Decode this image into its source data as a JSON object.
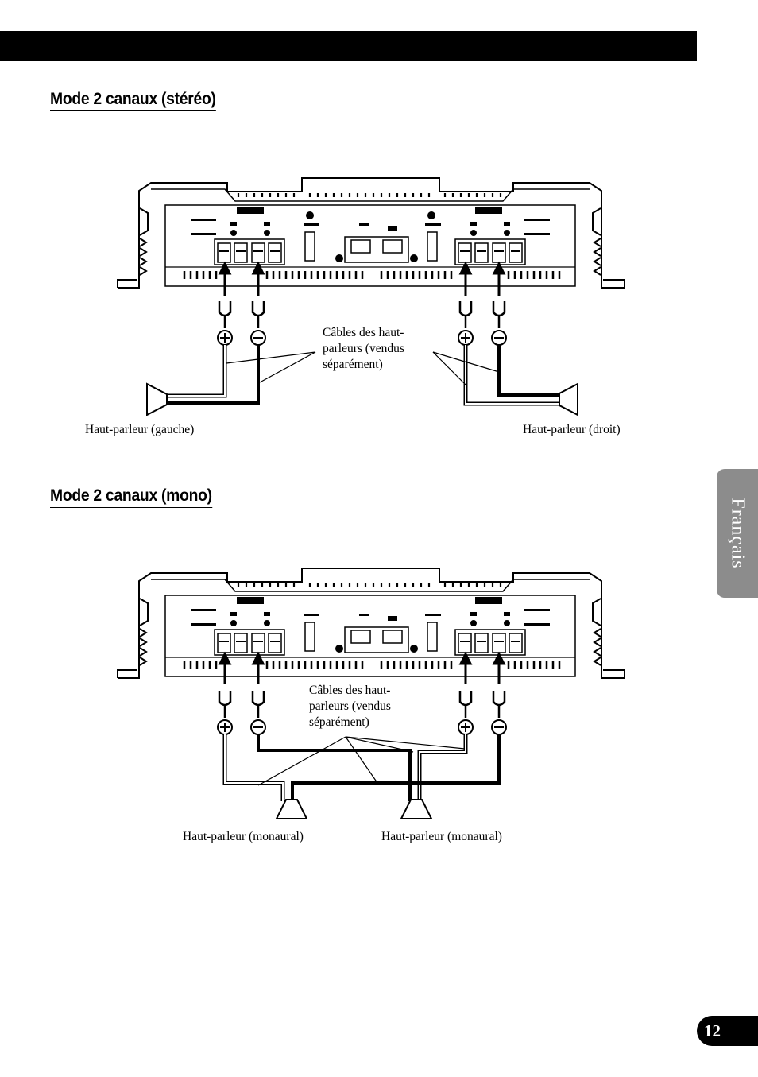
{
  "page": {
    "number": "12",
    "language_tab": "Français"
  },
  "section_stereo": {
    "title": "Mode 2 canaux (stéréo)",
    "cables_label": "Câbles des haut-\nparleurs (vendus\nséparément)",
    "speaker_left": "Haut-parleur (gauche)",
    "speaker_right": "Haut-parleur (droit)"
  },
  "section_mono": {
    "title": "Mode 2 canaux (mono)",
    "cables_label": "Câbles des haut-\nparleurs (vendus\nséparément)",
    "speaker_1": "Haut-parleur (monaural)",
    "speaker_2": "Haut-parleur (monaural)"
  }
}
